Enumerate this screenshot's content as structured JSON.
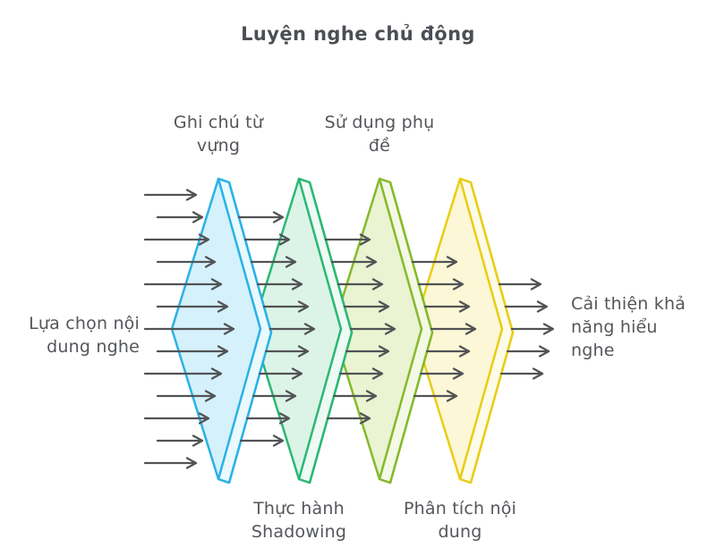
{
  "title": "Luyện nghe chủ động",
  "input_label": "Lựa chọn nội\ndung nghe",
  "output_label": "Cải thiện khả\nnăng hiểu\nnghe",
  "filters": [
    {
      "name": "filter-1",
      "label": "Ghi chú từ\nvựng",
      "label_position": "top",
      "stroke": "#29b2e7",
      "fill": "#d5f1fb",
      "band": "#eaf9fe"
    },
    {
      "name": "filter-2",
      "label": "Thực hành\nShadowing",
      "label_position": "bottom",
      "stroke": "#2bb873",
      "fill": "#dcf4e7",
      "band": "#eefaf4"
    },
    {
      "name": "filter-3",
      "label": "Sử dụng phụ\nđề",
      "label_position": "top",
      "stroke": "#85ba2b",
      "fill": "#eaf3d2",
      "band": "#f4f9e6"
    },
    {
      "name": "filter-4",
      "label": "Phân tích nội\ndung",
      "label_position": "bottom",
      "stroke": "#e9cd15",
      "fill": "#fcf7d6",
      "band": "#fdfbe9"
    }
  ],
  "arrows": {
    "color": "#525356",
    "rows_per_column": [
      13,
      11,
      9,
      7,
      5
    ]
  },
  "colors": {
    "background": "#ffffff",
    "text": "#53565a",
    "title_text": "#4b4e53"
  }
}
